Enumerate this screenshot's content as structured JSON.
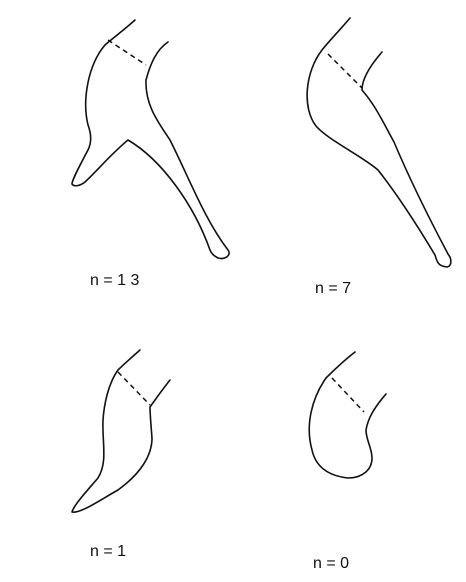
{
  "panels": [
    {
      "id": "top-left",
      "label": "n = 1 3"
    },
    {
      "id": "top-right",
      "label": "n = 7"
    },
    {
      "id": "bottom-left",
      "label": "n = 1"
    },
    {
      "id": "bottom-right",
      "label": "n = 0"
    }
  ],
  "colors": {
    "stroke": "#111111",
    "background": "#ffffff"
  }
}
